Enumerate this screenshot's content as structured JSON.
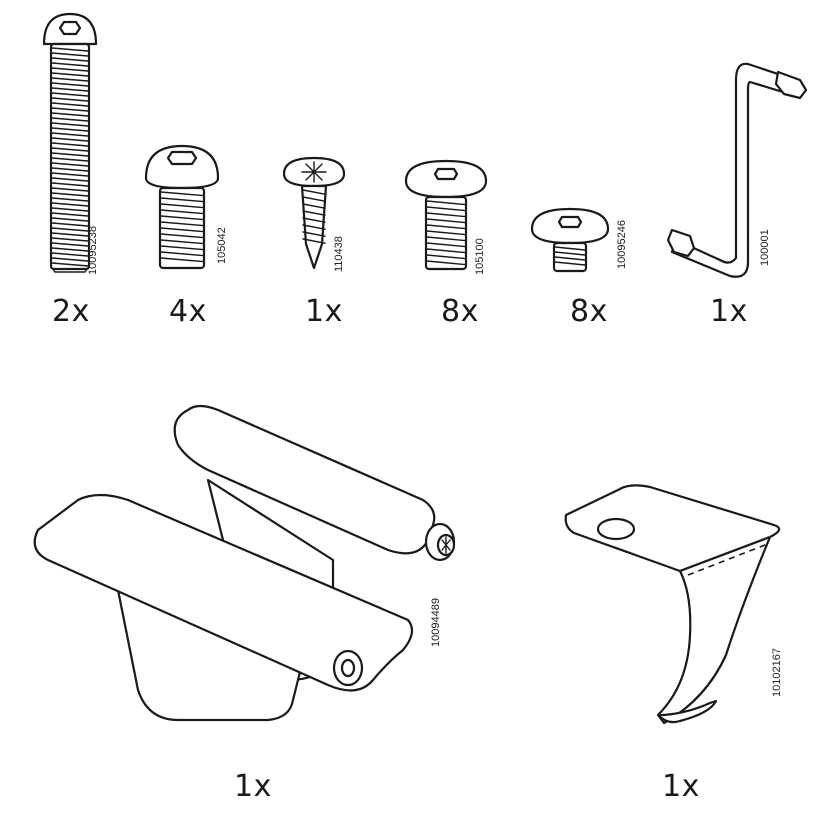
{
  "parts": [
    {
      "id": "p1",
      "code": "10095238",
      "quantity": "2x",
      "icon": "long-hex-bolt-icon"
    },
    {
      "id": "p2",
      "code": "105042",
      "quantity": "4x",
      "icon": "button-head-bolt-icon"
    },
    {
      "id": "p3",
      "code": "110438",
      "quantity": "1x",
      "icon": "wood-screw-icon"
    },
    {
      "id": "p4",
      "code": "105100",
      "quantity": "8x",
      "icon": "flange-bolt-icon"
    },
    {
      "id": "p5",
      "code": "10095246",
      "quantity": "8x",
      "icon": "short-flange-bolt-icon"
    },
    {
      "id": "p6",
      "code": "100001",
      "quantity": "1x",
      "icon": "hex-key-icon"
    },
    {
      "id": "p7",
      "code": "10094489",
      "quantity": "1x",
      "icon": "hinge-bracket-icon"
    },
    {
      "id": "p8",
      "code": "10102167",
      "quantity": "1x",
      "icon": "metal-clip-icon"
    }
  ]
}
